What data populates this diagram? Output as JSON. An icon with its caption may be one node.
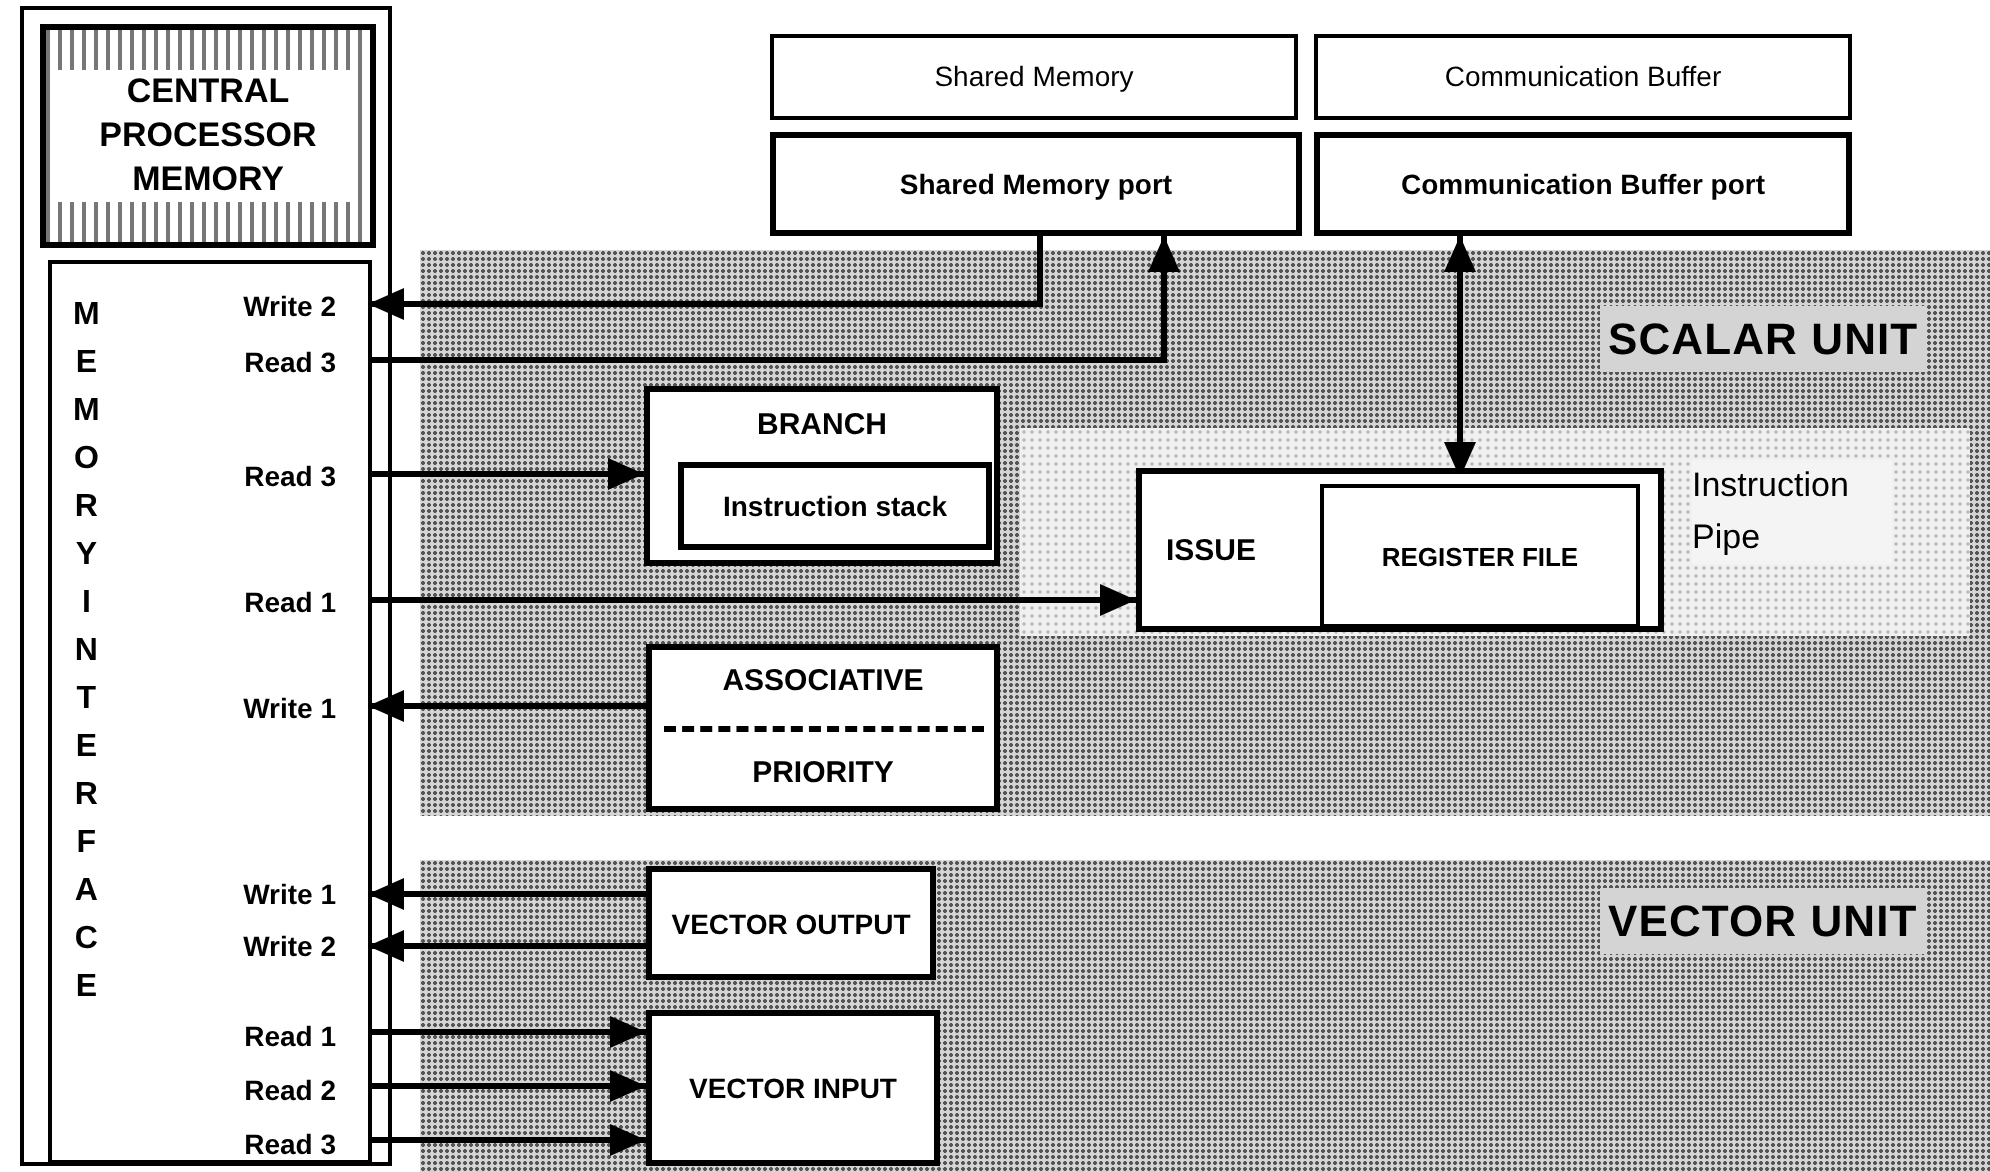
{
  "diagram": {
    "nodes": [
      {
        "text": [],
        "shape": "box"
      },
      {
        "text": [
          "CENTRAL PROCESSOR MEMORY"
        ],
        "in": 0
      },
      {
        "text": [
          "MEMORY INTERFACE",
          "Write 2",
          "Read 3",
          "Read 3",
          "Read 1",
          "Write 1",
          "Write 1",
          "Write 2",
          "Read 1",
          "Read 2",
          "Read 3"
        ],
        "in": 0
      },
      {
        "text": [
          "Shared Memory"
        ]
      },
      {
        "text": [
          "Communication Buffer"
        ]
      },
      {
        "text": [
          "Shared Memory port"
        ]
      },
      {
        "text": [
          "Communication Buffer port"
        ]
      },
      {
        "text": [
          "SCALAR UNIT"
        ]
      },
      {
        "text": [
          "Instruction Pipe"
        ],
        "in": 7
      },
      {
        "text": [
          "BRANCH"
        ],
        "in": 7
      },
      {
        "text": [
          "Instruction stack"
        ],
        "in": 9
      },
      {
        "text": [
          "ISSUE"
        ],
        "in": 8
      },
      {
        "text": [
          "REGISTER FILE"
        ],
        "in": 11
      },
      {
        "text": [
          "ASSOCIATIVE",
          "PRIORITY"
        ],
        "in": 7
      },
      {
        "text": [
          "VECTOR UNIT"
        ]
      },
      {
        "text": [
          "VECTOR OUTPUT"
        ],
        "in": 14
      },
      {
        "text": [
          "VECTOR INPUT"
        ],
        "in": 14
      }
    ],
    "edges": [
      {
        "from": 5,
        "to": 2,
        "arrow": "to"
      },
      {
        "from": 2,
        "to": 5,
        "arrow": "to"
      },
      {
        "from": 6,
        "to": 12,
        "arrow": "both"
      },
      {
        "from": 2,
        "to": 9,
        "arrow": "to"
      },
      {
        "from": 2,
        "to": 11,
        "arrow": "to"
      },
      {
        "from": 13,
        "to": 2,
        "arrow": "to"
      },
      {
        "from": 15,
        "to": 2,
        "arrow": "to"
      },
      {
        "from": 15,
        "to": 2,
        "arrow": "to"
      },
      {
        "from": 2,
        "to": 16,
        "arrow": "to"
      },
      {
        "from": 2,
        "to": 16,
        "arrow": "to"
      },
      {
        "from": 2,
        "to": 16,
        "arrow": "to"
      }
    ]
  }
}
